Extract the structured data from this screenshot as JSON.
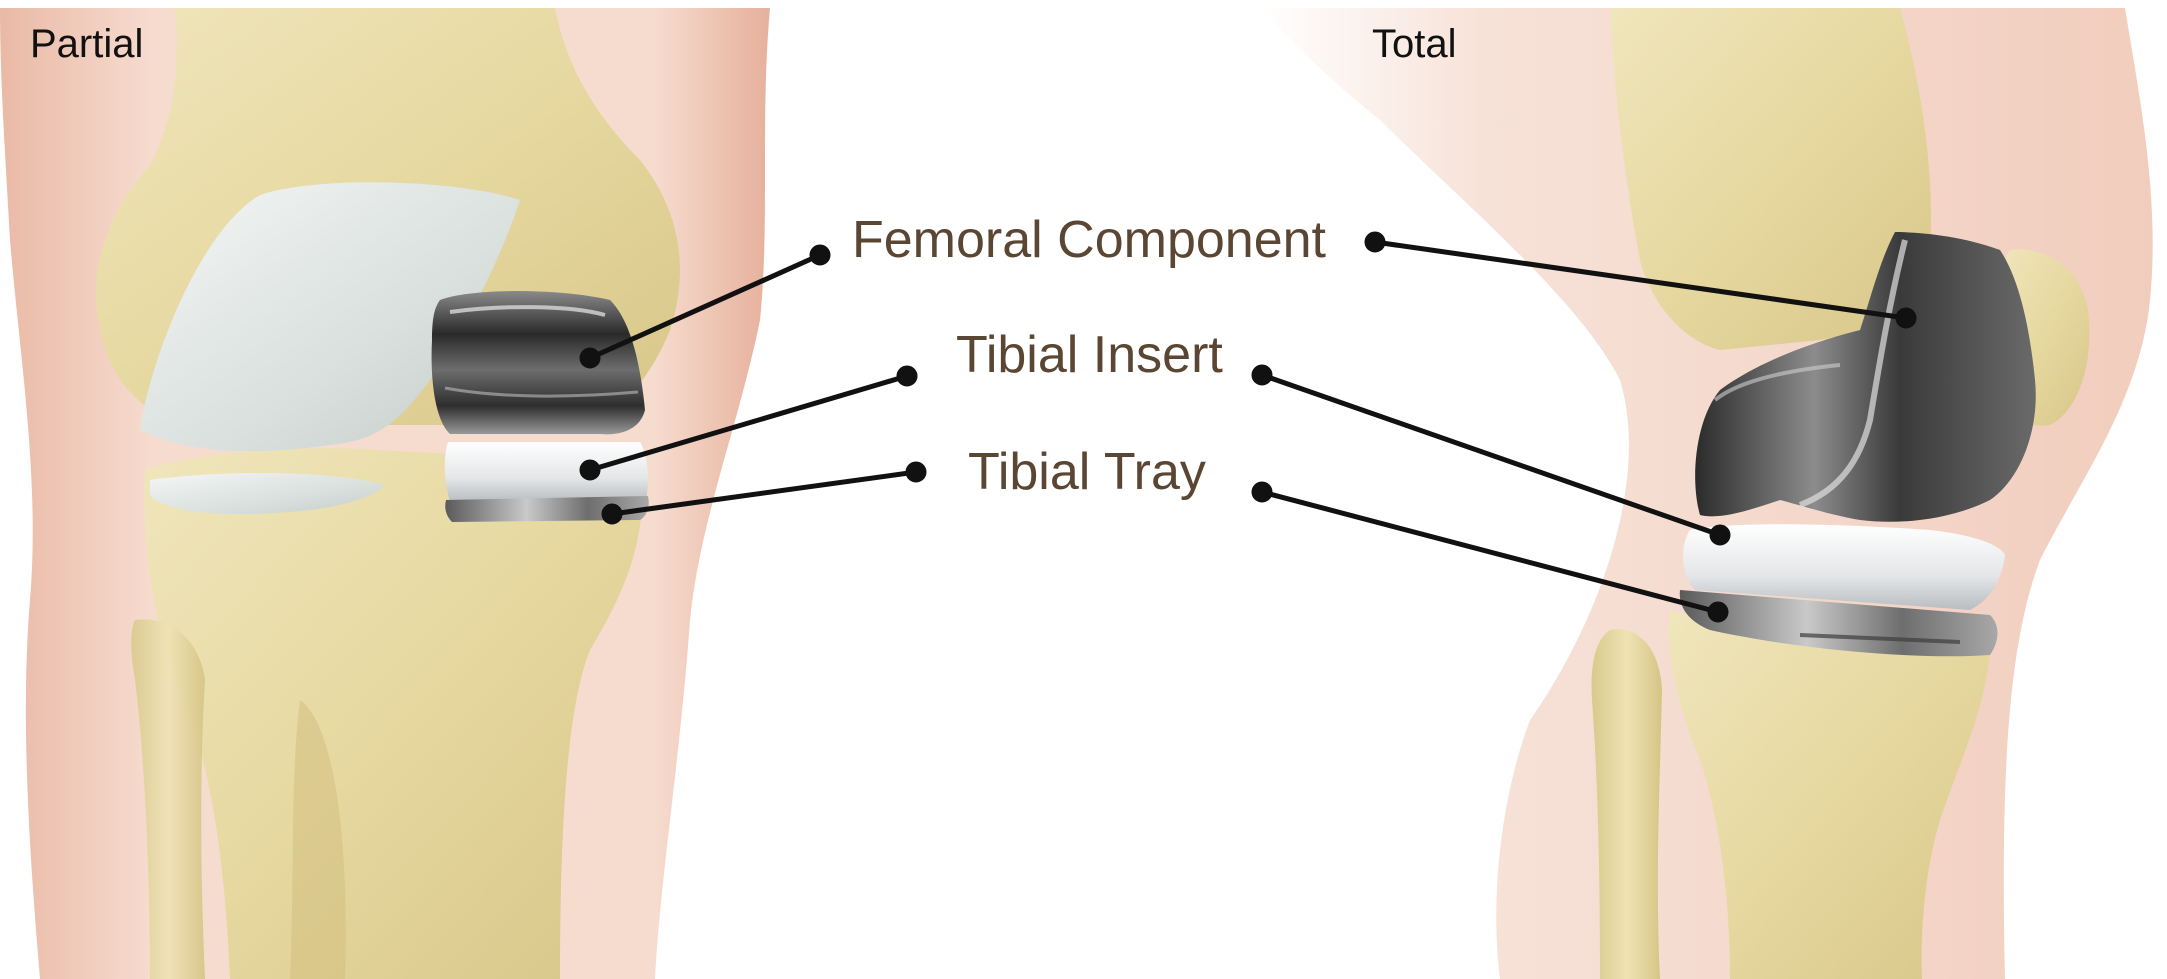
{
  "titles": {
    "partial": "Partial",
    "total": "Total"
  },
  "labels": {
    "femoral": "Femoral Component",
    "insert": "Tibial Insert",
    "tray": "Tibial Tray"
  },
  "colors": {
    "bone": "#e8dcaa",
    "skin": "#f2d2c2",
    "metal": "#4a4a4a",
    "insert": "#e6e8ea",
    "label_text": "#5a4632",
    "leader": "#111111"
  }
}
